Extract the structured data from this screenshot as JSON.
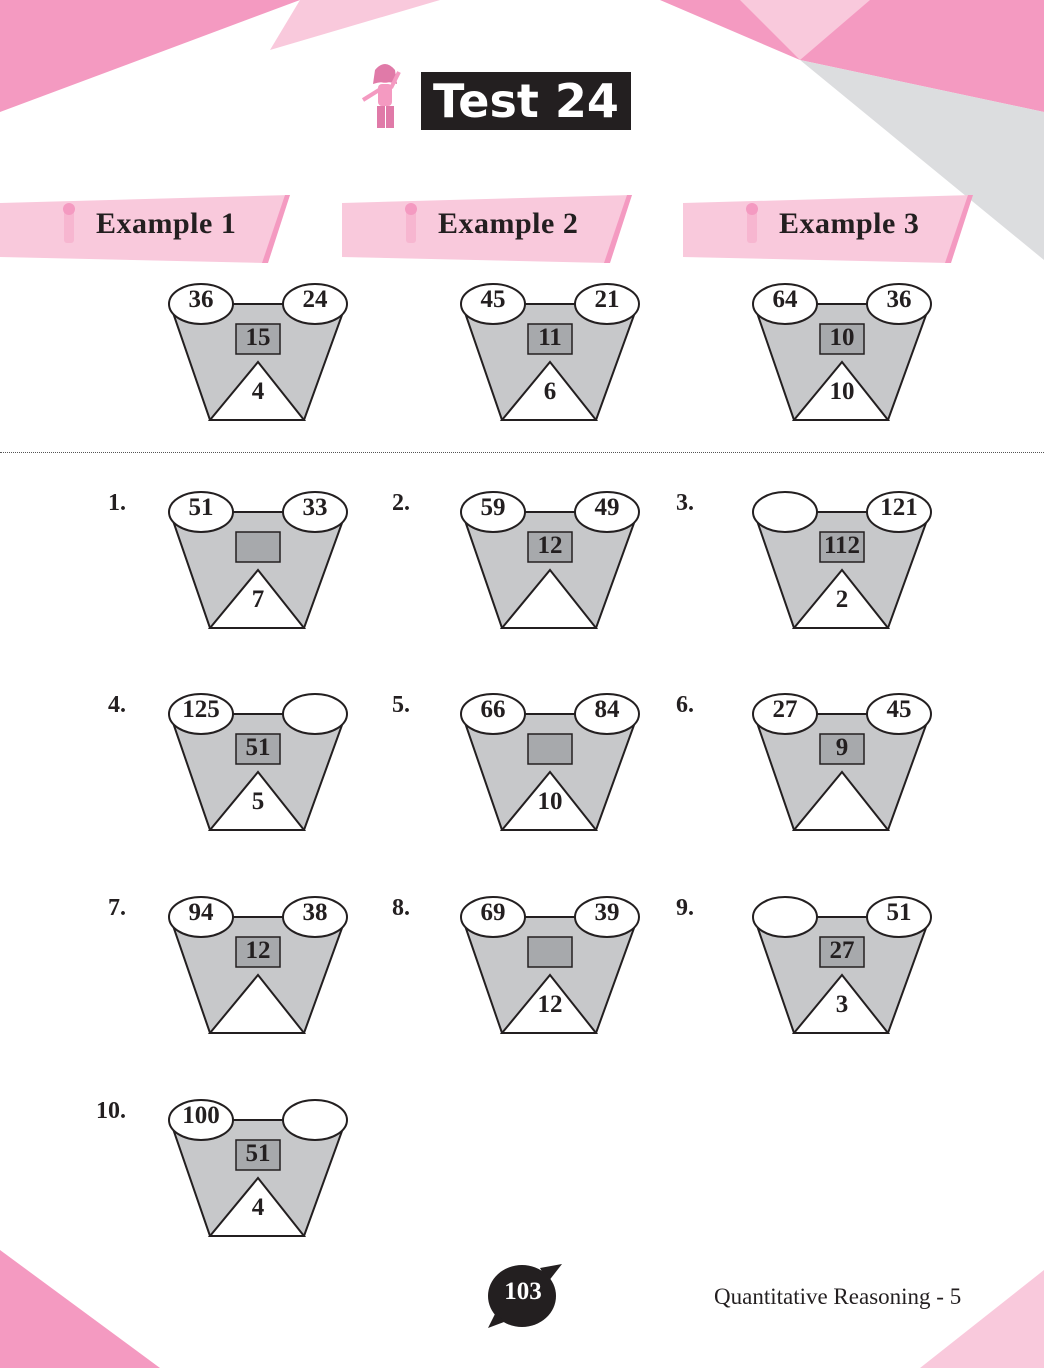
{
  "header": {
    "title": "Test 24"
  },
  "examples": [
    {
      "label": "Example  1",
      "left": "36",
      "right": "24",
      "box": "15",
      "tri": "4"
    },
    {
      "label": "Example  2",
      "left": "45",
      "right": "21",
      "box": "11",
      "tri": "6"
    },
    {
      "label": "Example  3",
      "left": "64",
      "right": "36",
      "box": "10",
      "tri": "10"
    }
  ],
  "questions": [
    {
      "num": "1.",
      "left": "51",
      "right": "33",
      "box": "",
      "tri": "7"
    },
    {
      "num": "2.",
      "left": "59",
      "right": "49",
      "box": "12",
      "tri": ""
    },
    {
      "num": "3.",
      "left": "",
      "right": "121",
      "box": "112",
      "tri": "2"
    },
    {
      "num": "4.",
      "left": "125",
      "right": "",
      "box": "51",
      "tri": "5"
    },
    {
      "num": "5.",
      "left": "66",
      "right": "84",
      "box": "",
      "tri": "10"
    },
    {
      "num": "6.",
      "left": "27",
      "right": "45",
      "box": "9",
      "tri": ""
    },
    {
      "num": "7.",
      "left": "94",
      "right": "38",
      "box": "12",
      "tri": ""
    },
    {
      "num": "8.",
      "left": "69",
      "right": "39",
      "box": "",
      "tri": "12"
    },
    {
      "num": "9.",
      "left": "",
      "right": "51",
      "box": "27",
      "tri": "3"
    },
    {
      "num": "10.",
      "left": "100",
      "right": "",
      "box": "51",
      "tri": "4"
    }
  ],
  "footer": {
    "page_number": "103",
    "book_title": "Quantitative Reasoning - 5"
  },
  "colors": {
    "pink": "#f49ac1",
    "light_pink": "#f9c9dc",
    "gray_fill": "#c7c8ca",
    "box_fill": "#a7a9ac",
    "dark": "#231f20"
  }
}
